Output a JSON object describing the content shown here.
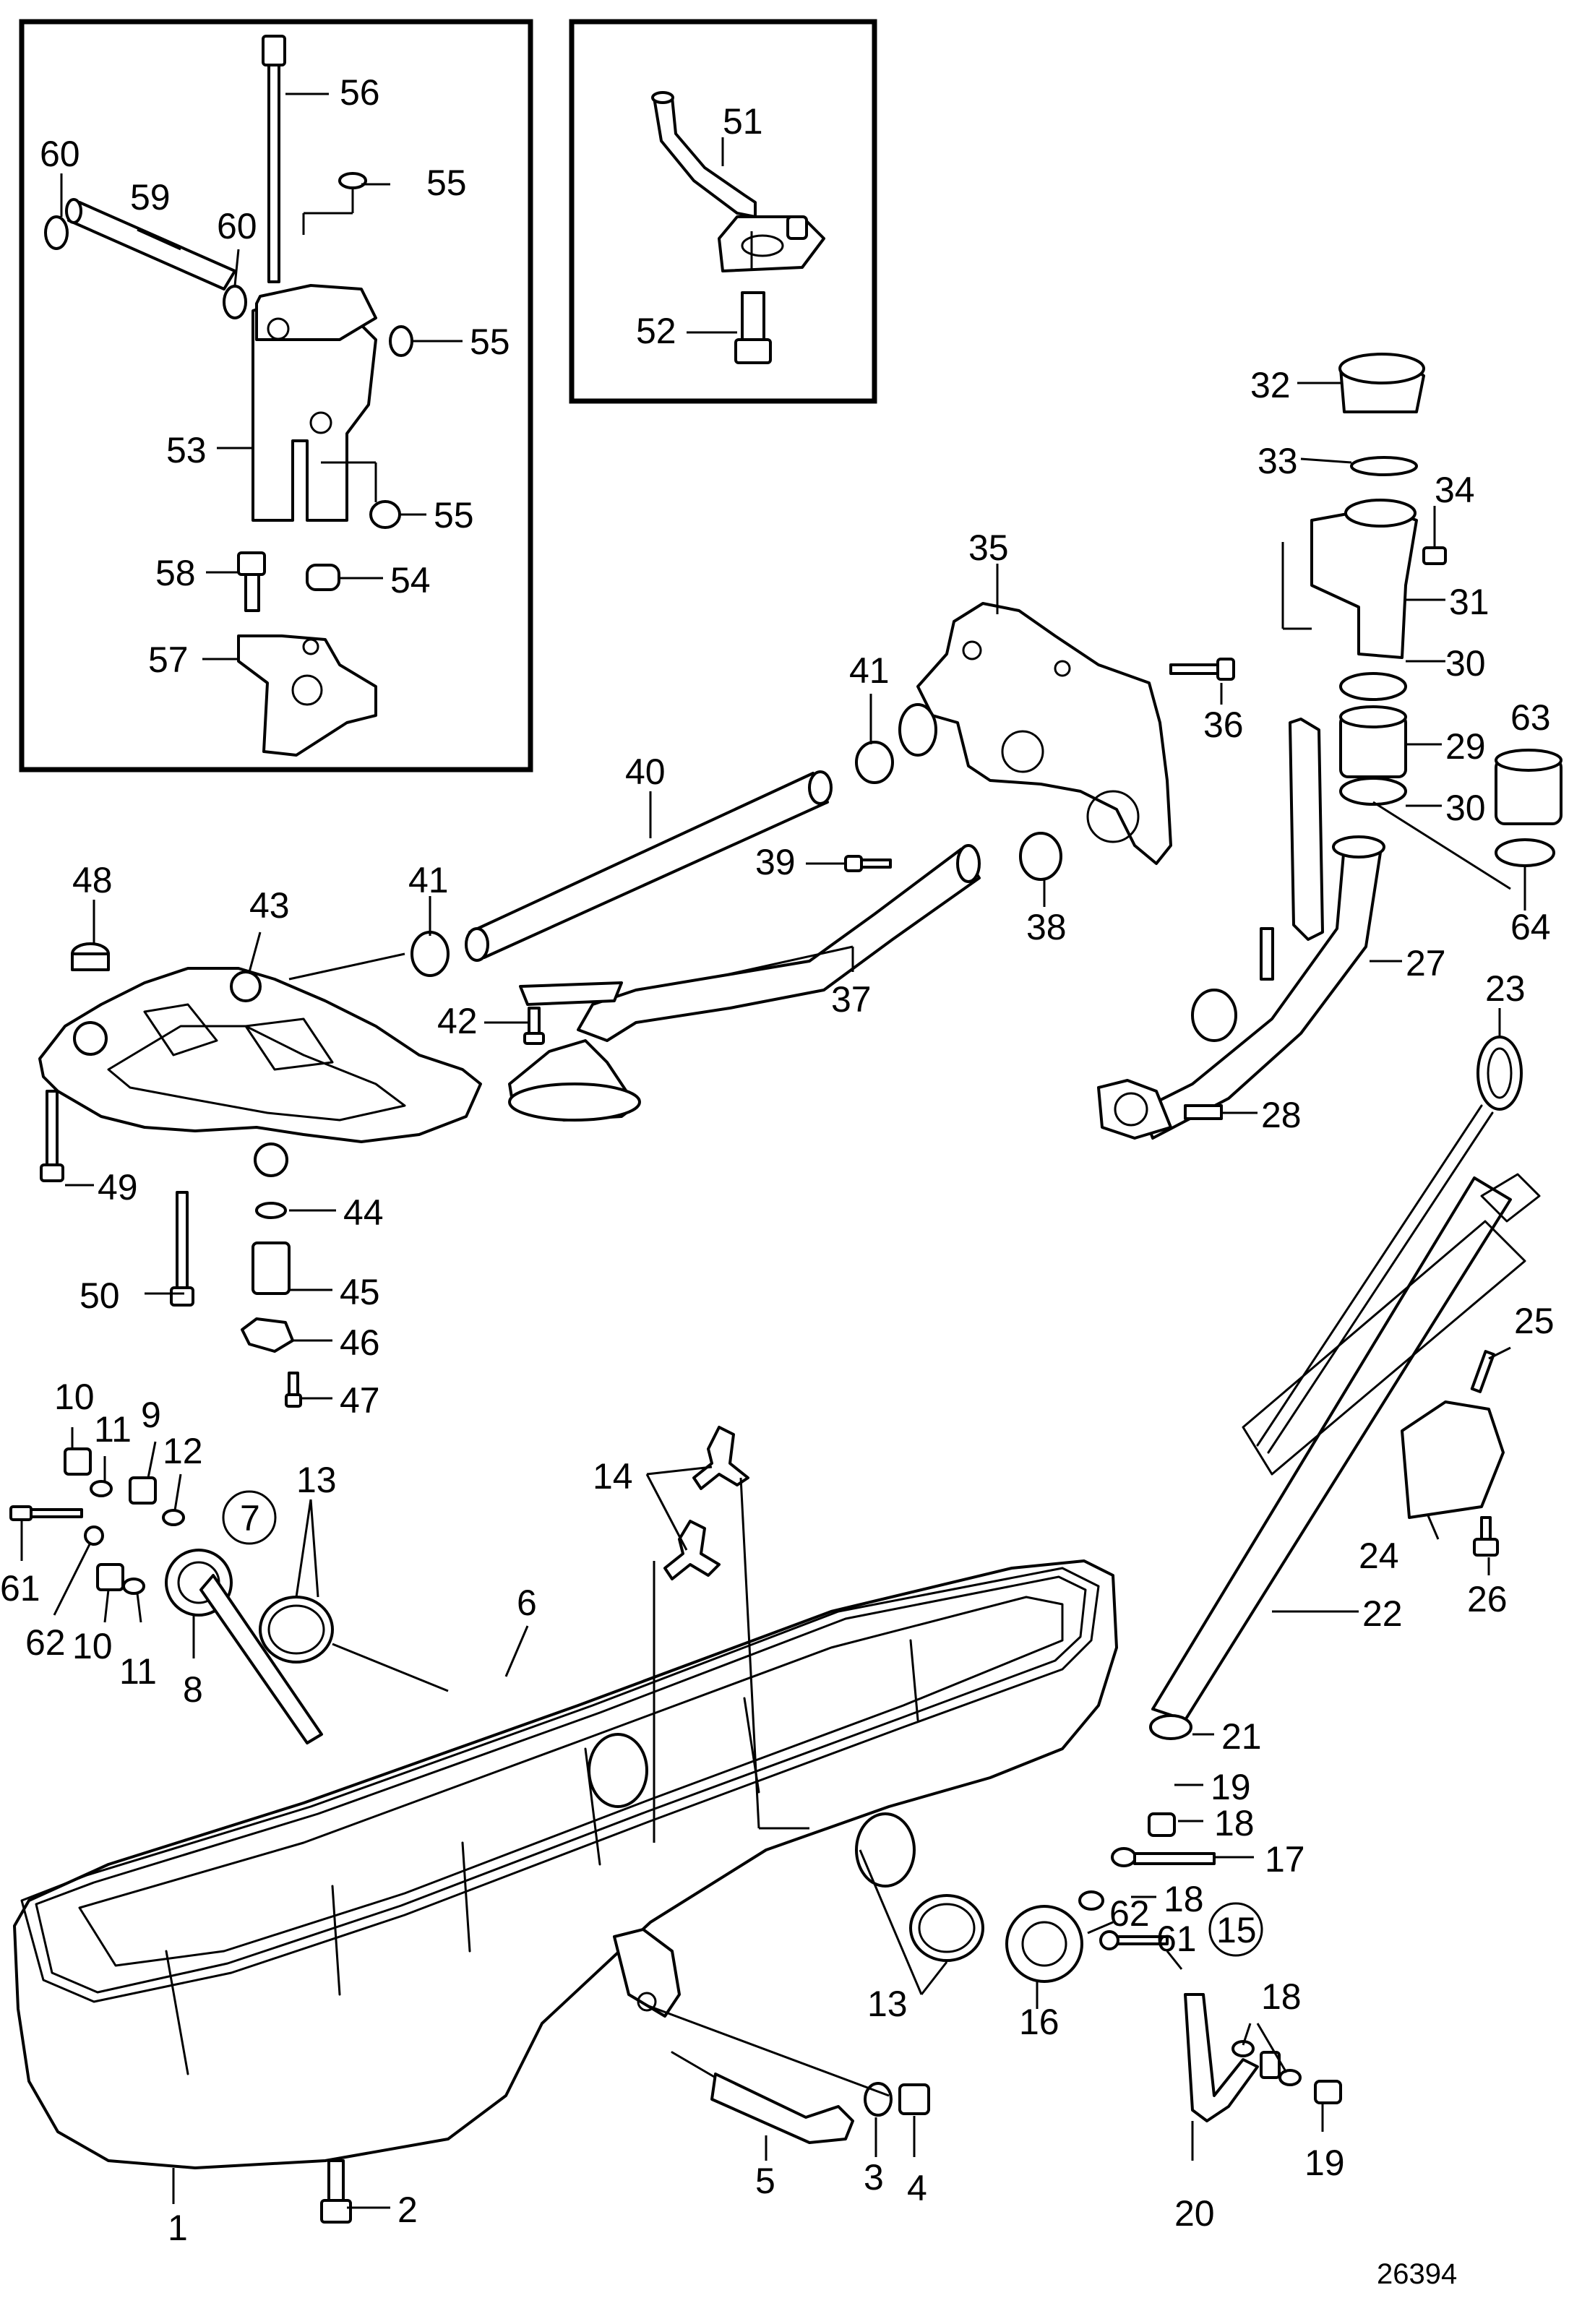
{
  "figure_number": "26394",
  "callouts": {
    "c1": "1",
    "c2": "2",
    "c3": "3",
    "c4": "4",
    "c5": "5",
    "c6": "6",
    "c7": "7",
    "c8": "8",
    "c9": "9",
    "c10a": "10",
    "c10b": "10",
    "c11a": "11",
    "c11b": "11",
    "c12": "12",
    "c13a": "13",
    "c13b": "13",
    "c14": "14",
    "c15": "15",
    "c16": "16",
    "c17": "17",
    "c18a": "18",
    "c18b": "18",
    "c18c": "18",
    "c19a": "19",
    "c19b": "19",
    "c20": "20",
    "c21": "21",
    "c22": "22",
    "c23": "23",
    "c24": "24",
    "c25": "25",
    "c26": "26",
    "c27": "27",
    "c28": "28",
    "c29": "29",
    "c30a": "30",
    "c30b": "30",
    "c31": "31",
    "c32": "32",
    "c33": "33",
    "c34": "34",
    "c35": "35",
    "c36": "36",
    "c37": "37",
    "c38": "38",
    "c39": "39",
    "c40": "40",
    "c41a": "41",
    "c41b": "41",
    "c42": "42",
    "c43": "43",
    "c44": "44",
    "c45": "45",
    "c46": "46",
    "c47": "47",
    "c48": "48",
    "c49": "49",
    "c50": "50",
    "c51": "51",
    "c52": "52",
    "c53": "53",
    "c54": "54",
    "c55a": "55",
    "c55b": "55",
    "c55c": "55",
    "c56": "56",
    "c57": "57",
    "c58": "58",
    "c59": "59",
    "c60a": "60",
    "c60b": "60",
    "c61a": "61",
    "c61b": "61",
    "c62a": "62",
    "c62b": "62",
    "c63": "63",
    "c64": "64"
  }
}
